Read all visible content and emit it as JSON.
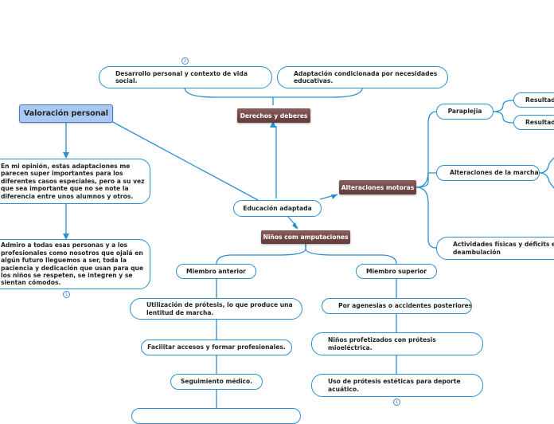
{
  "central": {
    "label": "Educación adaptada"
  },
  "left_main": {
    "label": "Valoración personal"
  },
  "left_notes": [
    "En mi opinión, estas adaptaciones me parecen super importantes para los diferentes casos especiales, pero a su vez que sea importante que no se note la diferencia entre unos alumnos y otros.",
    "Admiro a todas esas personas y a los profesionales como nosotros que ojalá en algún futuro lleguemos a ser, toda la paciencia y dedicación que usan para que los niños se respeten, se integren y se sientan cómodos."
  ],
  "top": {
    "label": "Derechos y deberes",
    "children": [
      "Desarrollo personal y contexto de vida social.",
      "Adaptación condicionada por necesidades educativas."
    ]
  },
  "right": {
    "label": "Alteraciones motoras",
    "children": [
      "Paraplejia",
      "Alteraciones de la marcha",
      "Actividades físicas y déficits en la deambulación"
    ],
    "results": [
      "Resultado",
      "Resultado"
    ]
  },
  "bottom": {
    "label": "Niños com amputaciones",
    "left_branch": {
      "label": "Miembro anterior",
      "items": [
        "Utilización de prótesis, lo que produce una lentitud de marcha.",
        "Facilitar accesos y formar profesionales.",
        "Seguimiento médico."
      ]
    },
    "right_branch": {
      "label": "Miembro superior",
      "items": [
        "Por agenesias o accidentes posteriores.",
        "Niños profetizados con prótesis mioeléctrica.",
        "Uso de prótesis estéticas para deporte acuático."
      ]
    }
  },
  "badges": [
    "2",
    "1",
    "1"
  ]
}
